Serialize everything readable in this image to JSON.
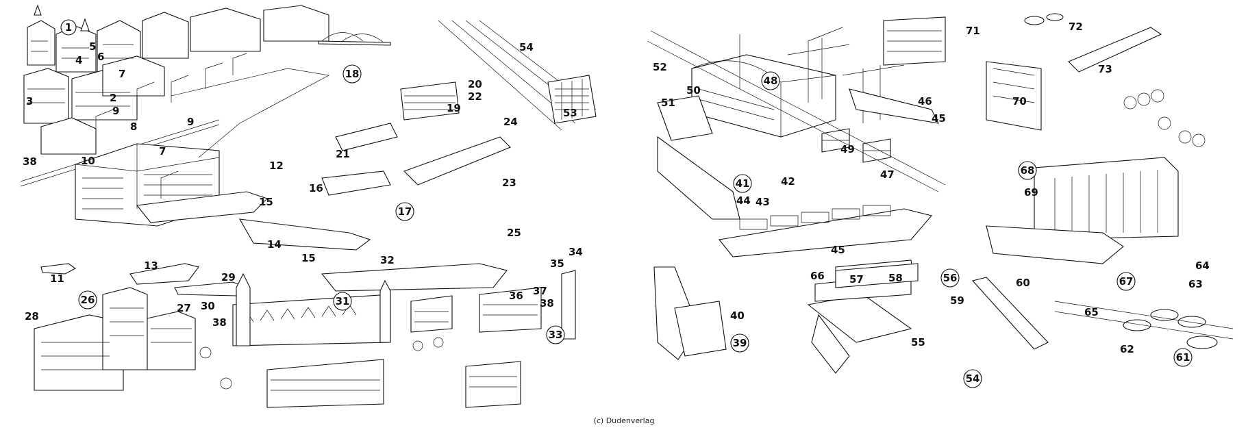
{
  "credit": "(c) Dudenverlag",
  "labels_left": [
    {
      "id": "1",
      "circled": true
    },
    {
      "id": "2"
    },
    {
      "id": "3"
    },
    {
      "id": "4"
    },
    {
      "id": "5"
    },
    {
      "id": "6"
    },
    {
      "id": "7"
    },
    {
      "id": "7"
    },
    {
      "id": "8"
    },
    {
      "id": "9"
    },
    {
      "id": "9"
    },
    {
      "id": "10"
    },
    {
      "id": "11"
    },
    {
      "id": "12"
    },
    {
      "id": "13"
    },
    {
      "id": "14"
    },
    {
      "id": "15"
    },
    {
      "id": "15"
    },
    {
      "id": "16"
    },
    {
      "id": "17",
      "circled": true
    },
    {
      "id": "18",
      "circled": true
    },
    {
      "id": "19"
    },
    {
      "id": "20"
    },
    {
      "id": "21"
    },
    {
      "id": "22"
    },
    {
      "id": "23"
    },
    {
      "id": "24"
    },
    {
      "id": "25"
    },
    {
      "id": "26",
      "circled": true
    },
    {
      "id": "27"
    },
    {
      "id": "28"
    },
    {
      "id": "29"
    },
    {
      "id": "30"
    },
    {
      "id": "31",
      "circled": true
    },
    {
      "id": "32"
    },
    {
      "id": "33",
      "circled": true
    },
    {
      "id": "34"
    },
    {
      "id": "35"
    },
    {
      "id": "36"
    },
    {
      "id": "37"
    },
    {
      "id": "38"
    },
    {
      "id": "38"
    },
    {
      "id": "38"
    },
    {
      "id": "53"
    },
    {
      "id": "54"
    }
  ],
  "labels_right": [
    {
      "id": "39",
      "circled": true
    },
    {
      "id": "40"
    },
    {
      "id": "41",
      "circled": true
    },
    {
      "id": "42"
    },
    {
      "id": "43"
    },
    {
      "id": "44"
    },
    {
      "id": "45"
    },
    {
      "id": "45"
    },
    {
      "id": "46"
    },
    {
      "id": "47"
    },
    {
      "id": "48",
      "circled": true
    },
    {
      "id": "49"
    },
    {
      "id": "50"
    },
    {
      "id": "51"
    },
    {
      "id": "52"
    },
    {
      "id": "54",
      "circled": true
    },
    {
      "id": "55"
    },
    {
      "id": "56",
      "circled": true
    },
    {
      "id": "57"
    },
    {
      "id": "58"
    },
    {
      "id": "59"
    },
    {
      "id": "60"
    },
    {
      "id": "61",
      "circled": true
    },
    {
      "id": "62"
    },
    {
      "id": "63"
    },
    {
      "id": "64"
    },
    {
      "id": "65"
    },
    {
      "id": "66"
    },
    {
      "id": "67",
      "circled": true
    },
    {
      "id": "68",
      "circled": true
    },
    {
      "id": "69"
    },
    {
      "id": "70"
    },
    {
      "id": "71"
    },
    {
      "id": "72"
    },
    {
      "id": "73"
    }
  ]
}
